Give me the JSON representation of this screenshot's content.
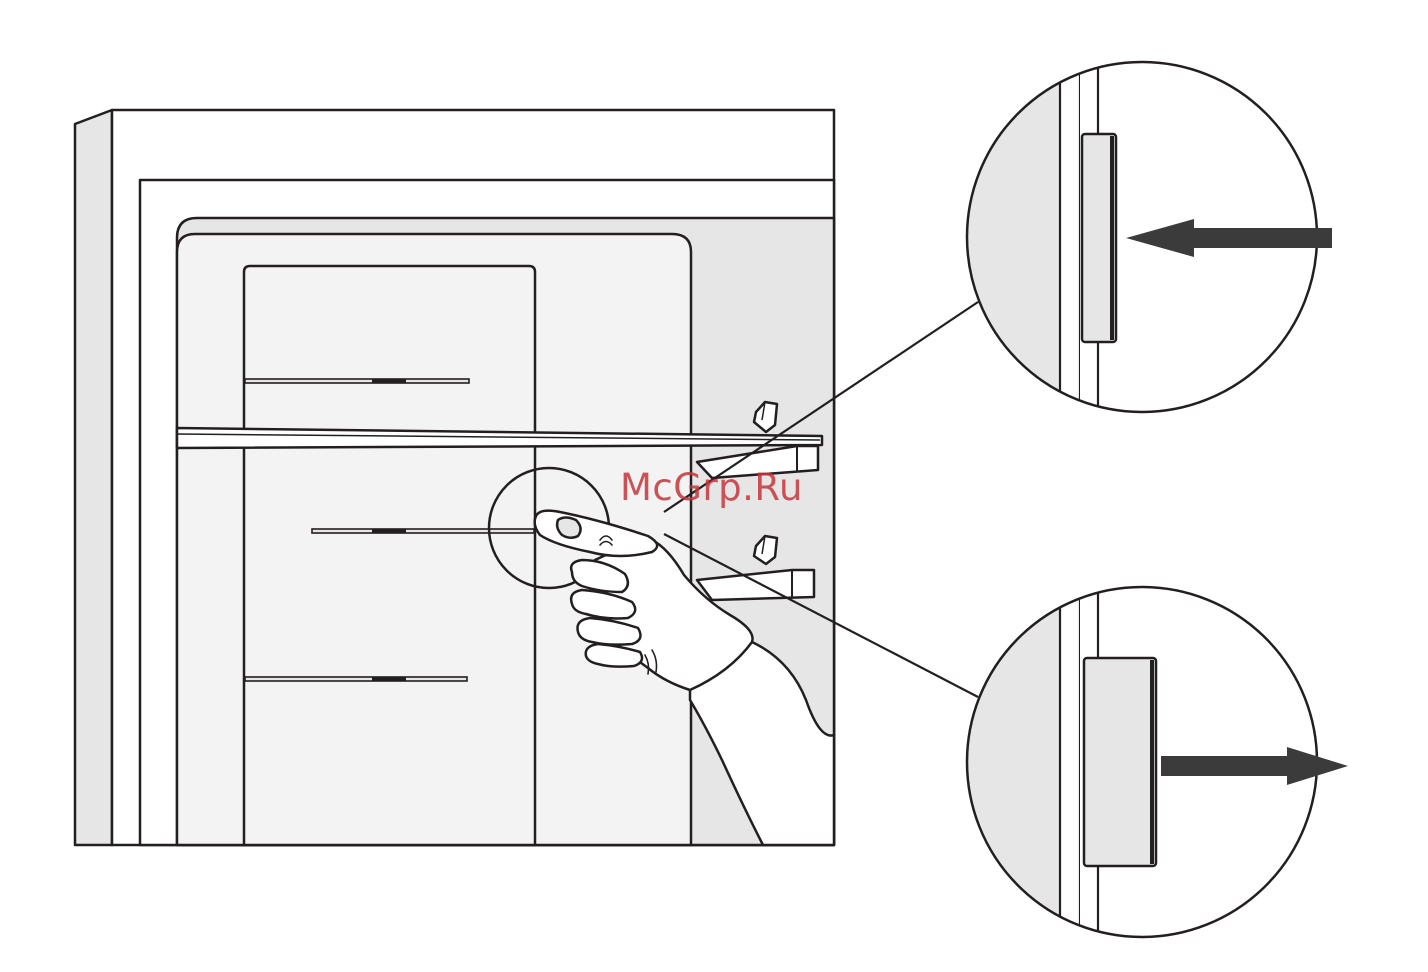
{
  "watermark": {
    "text": "McGrp.Ru",
    "color": "#c4373c"
  },
  "colors": {
    "line": "#231f20",
    "panel_light": "#f3f3f3",
    "panel_mid": "#e6e6e6",
    "background": "#ffffff"
  },
  "arrows": [
    {
      "name": "push-in-arrow",
      "direction": "left"
    },
    {
      "name": "pull-out-arrow",
      "direction": "right"
    }
  ]
}
